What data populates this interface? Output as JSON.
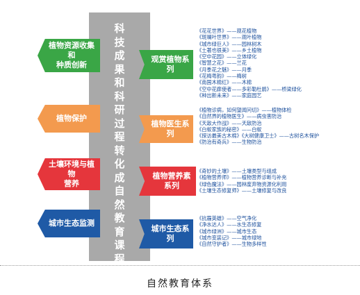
{
  "center_title": [
    "科",
    "技",
    "成",
    "果",
    "和",
    "科",
    "研",
    "过",
    "程",
    "转",
    "化",
    "成",
    "自",
    "然",
    "教",
    "育",
    "课",
    "程"
  ],
  "left_boxes": [
    {
      "label_lines": [
        "植物资源收集和",
        "种质创新"
      ],
      "color": "#3aa646"
    },
    {
      "label_lines": [
        "植物保护"
      ],
      "color": "#f39a4e"
    },
    {
      "label_lines": [
        "土壤环境与植物",
        "营养"
      ],
      "color": "#e5363c"
    },
    {
      "label_lines": [
        "城市生态监测"
      ],
      "color": "#1f5aa6"
    }
  ],
  "right_boxes": [
    {
      "label": "观赏植物系列",
      "color": "#3aa646"
    },
    {
      "label": "植物医生系列",
      "color": "#f39a4e"
    },
    {
      "label": "植物营养素系列",
      "color": "#e5363c"
    },
    {
      "label": "城市生态系列",
      "color": "#1f5aa6"
    }
  ],
  "descriptions": [
    [
      "《花花世界》——观花植物",
      "《斑斓叶世界》——观叶植物",
      "《城市绿巨人》——园林树木",
      "《土著也很美》——乡土植物",
      "《空中花园》——立体绿化",
      "《智慧之花》——兰花",
      "《月季花之魅》——月季",
      "《花梅粤韵》——梅树",
      "《南国木棉红》——木棉",
      "《空中花廊使者——多彩勒杜鹃》——桥梁绿化",
      "《种出新未来》——家庭园艺"
    ],
    [
      "《植物诊病，如何望闻问切》——植物体检",
      "《自然界的植物医生》——病虫害防治",
      "《天敌大作战》——天敌防治",
      "《白蚁家族的秘密》——白蚁",
      "《探访最美古木棉》《大树健康卫士》——古树名木保护",
      "《防治有奇兵》——生物防治"
    ],
    [
      "《奇妙的土壤》——土壤类型与组成",
      "《植物营养师》——植物营养诊断与补充",
      "《绿色魔法》——园林废弃物资源化利用",
      "《土壤生态修复师》——土壤修复与改良"
    ],
    [
      "《抗霾英雄》——空气净化",
      "《净水达人》——水生态修复",
      "《城市绿洲》——城市生态",
      "《城市变装记》——城市绿地",
      "《自然守护者》——生物多样性"
    ]
  ],
  "caption": "自然教育体系"
}
